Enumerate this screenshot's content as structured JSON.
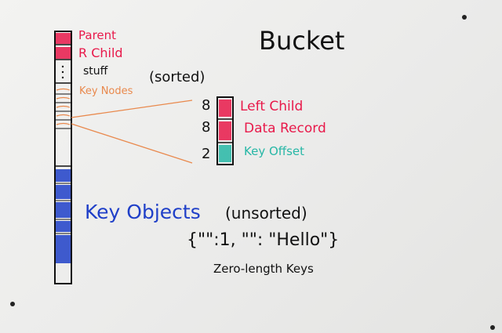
{
  "title": "Bucket",
  "layout_labels": {
    "parent": "Parent",
    "r_child": "R Child",
    "stuff": "stuff",
    "key_nodes": "Key Nodes",
    "sorted": "(sorted)"
  },
  "key_node": {
    "fields": [
      {
        "size": "8",
        "label": "Left Child"
      },
      {
        "size": "8",
        "label": "Data Record"
      },
      {
        "size": "2",
        "label": "Key Offset"
      }
    ]
  },
  "key_objects": {
    "label": "Key Objects",
    "qualifier": "(unsorted)",
    "example": "{\"\":1, \"\": \"Hello\"}",
    "note": "Zero-length Keys"
  },
  "colors": {
    "ink_black": "#111111",
    "ink_red": "#e8194a",
    "ink_orange": "#e9894d",
    "ink_teal": "#27b7a6",
    "ink_blue": "#1f3fc8"
  }
}
